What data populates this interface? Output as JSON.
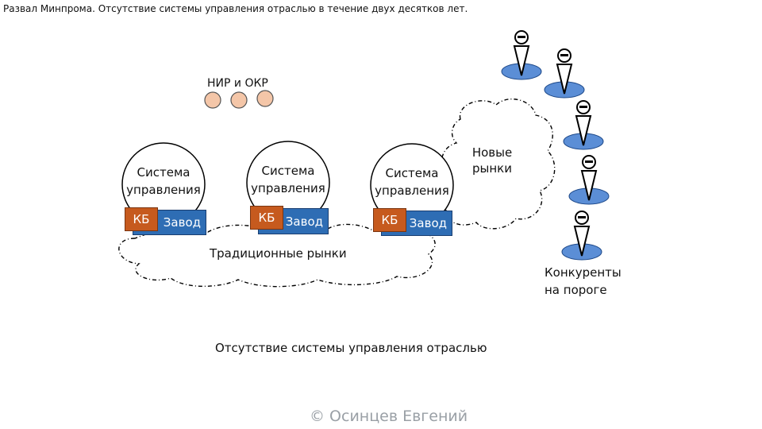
{
  "title": "Развал Минпрома. Отсутствие системы управления отраслью в течение двух десятков лет.",
  "nir_label": "НИР и ОКР",
  "systems": [
    {
      "line1": "Система",
      "line2": "управления",
      "kb": "КБ",
      "plant": "Завод"
    },
    {
      "line1": "Система",
      "line2": "управления",
      "kb": "КБ",
      "plant": "Завод"
    },
    {
      "line1": "Система",
      "line2": "управления",
      "kb": "КБ",
      "plant": "Завод"
    }
  ],
  "traditional_markets": "Традиционные рынки",
  "new_markets": "Новые рынки",
  "competitors": "Конкуренты на пороге",
  "caption": "Отсутствие системы управления отраслью",
  "copyright": "© Осинцев Евгений",
  "colors": {
    "kb": "#c65a1e",
    "plant": "#2e6db4",
    "nir_circle": "#f4c6a8",
    "competitor_base": "#5b8ed6"
  }
}
